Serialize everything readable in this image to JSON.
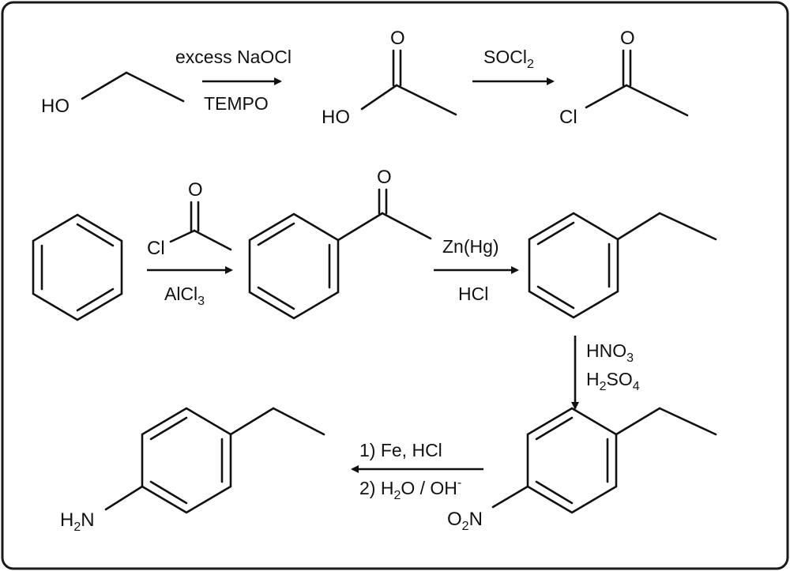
{
  "scheme": {
    "colors": {
      "ink": "#111111",
      "background": "#ffffff"
    },
    "row1": {
      "ethanol": {
        "hydroxyl": "HO"
      },
      "step1": {
        "reagent_top": "excess NaOCl",
        "reagent_bottom": "TEMPO"
      },
      "acetic_acid": {
        "carbonyl_o": "O",
        "hydroxyl": "HO"
      },
      "step2": {
        "reagent_base": "SOCl",
        "reagent_sub": "2"
      },
      "acetyl_chloride": {
        "carbonyl_o": "O",
        "chlorine": "Cl"
      }
    },
    "row2": {
      "step3": {
        "reagent_o": "O",
        "reagent_cl": "Cl",
        "catalyst_base": "AlCl",
        "catalyst_sub": "3"
      },
      "acetophenone": {
        "carbonyl_o": "O"
      },
      "step4": {
        "reagent_top": "Zn(Hg)",
        "reagent_bottom": "HCl"
      }
    },
    "step5": {
      "line1_base": "HNO",
      "line1_sub": "3",
      "line2_a": "H",
      "line2_sub1": "2",
      "line2_b": "SO",
      "line2_sub2": "4"
    },
    "row3": {
      "nitro": {
        "o": "O",
        "o_sub": "2",
        "n": "N"
      },
      "step6": {
        "line1": "1) Fe, HCl",
        "line2_a": "2) H",
        "line2_sub": "2",
        "line2_b": "O / OH",
        "line2_sup": "-"
      },
      "aniline": {
        "h": "H",
        "h_sub": "2",
        "n": "N"
      }
    }
  }
}
